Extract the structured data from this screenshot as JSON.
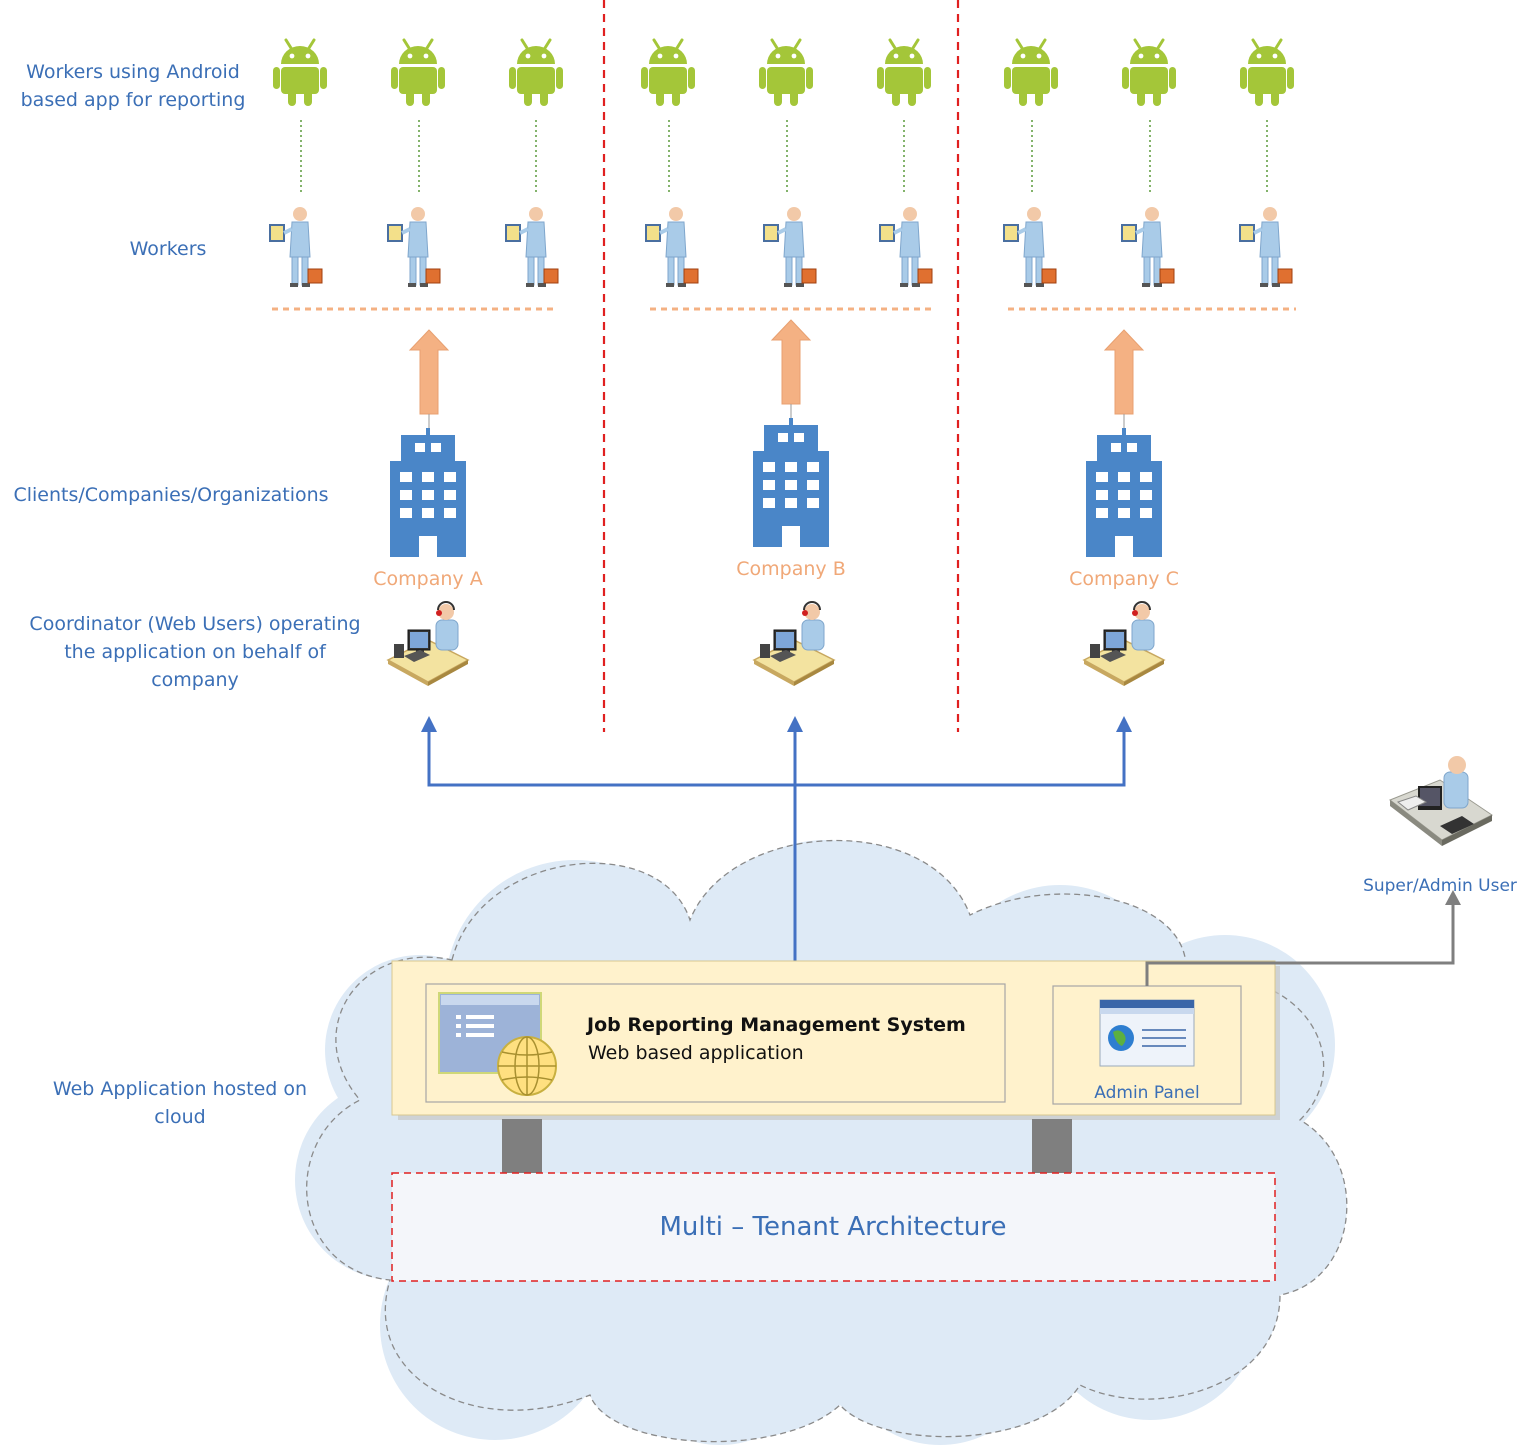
{
  "labels": {
    "android_line1": "Workers using Android",
    "android_line2": "based app for reporting",
    "workers": "Workers",
    "clients": "Clients/Companies/Organizations",
    "coordinator_line1": "Coordinator (Web Users) operating",
    "coordinator_line2": "the application on behalf of",
    "coordinator_line3": "company",
    "cloud_line1": "Web Application hosted on",
    "cloud_line2": "cloud",
    "super_admin": "Super/Admin User"
  },
  "companies": [
    {
      "name": "Company A"
    },
    {
      "name": "Company B"
    },
    {
      "name": "Company C"
    }
  ],
  "system": {
    "title": "Job Reporting Management System",
    "subtitle": "Web based application",
    "admin_panel": "Admin Panel"
  },
  "architecture": {
    "label": "Multi – Tenant Architecture"
  },
  "colors": {
    "label_blue": "#3b6fb6",
    "company_orange": "#f0a878",
    "android_green": "#a4c639",
    "building_blue": "#4a86c8",
    "partition_red": "#e02020",
    "cloud_fill": "#deeaf6",
    "system_fill": "#fff2cc"
  },
  "icons": {
    "android": "android-robot-icon",
    "worker": "worker-with-briefcase-icon",
    "building": "office-building-icon",
    "coordinator": "web-user-at-desk-icon",
    "admin": "admin-user-at-desk-icon",
    "webapp": "web-application-globe-icon",
    "admin_panel": "admin-panel-browser-icon"
  }
}
